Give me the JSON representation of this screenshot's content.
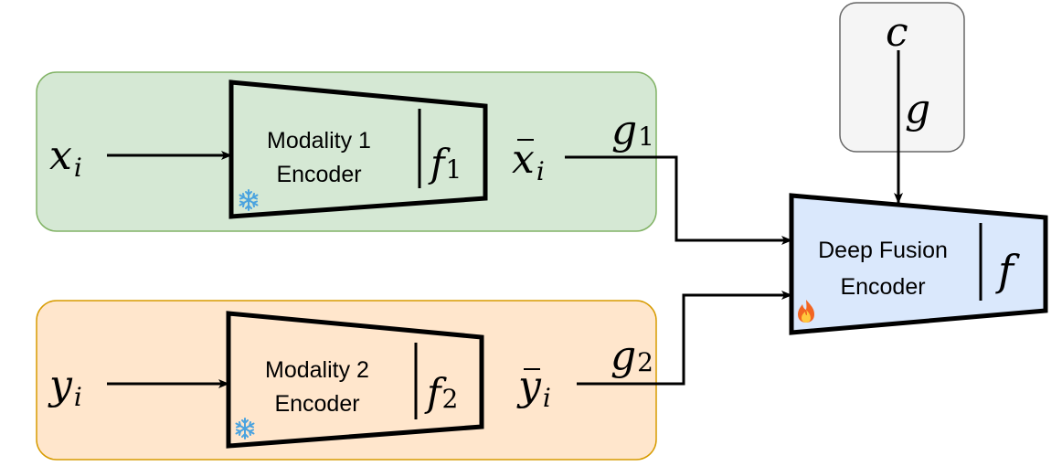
{
  "colors": {
    "modality1_bg": "#d5e8d4",
    "modality1_border": "#82b366",
    "modality2_bg": "#ffe6cc",
    "modality2_border": "#d79b00",
    "condition_bg": "#f5f5f5",
    "condition_border": "#666666",
    "fusion_bg": "#dae8fc",
    "stroke": "#000000"
  },
  "modality1": {
    "input": {
      "base": "x",
      "sub": "i"
    },
    "encoder": {
      "line1": "Modality 1",
      "line2": "Encoder",
      "fn_base": "f",
      "fn_sub": "1"
    },
    "output": {
      "base": "x",
      "sub": "i"
    },
    "gate": {
      "base": "g",
      "sub": "1"
    },
    "status_icon": "snowflake-icon"
  },
  "modality2": {
    "input": {
      "base": "y",
      "sub": "i"
    },
    "encoder": {
      "line1": "Modality 2",
      "line2": "Encoder",
      "fn_base": "f",
      "fn_sub": "2"
    },
    "output": {
      "base": "y",
      "sub": "i"
    },
    "gate": {
      "base": "g",
      "sub": "2"
    },
    "status_icon": "snowflake-icon"
  },
  "condition": {
    "symbol": "c",
    "gate": "g"
  },
  "fusion": {
    "line1": "Deep Fusion",
    "line2": "Encoder",
    "fn": "f",
    "status_icon": "fire-icon"
  }
}
